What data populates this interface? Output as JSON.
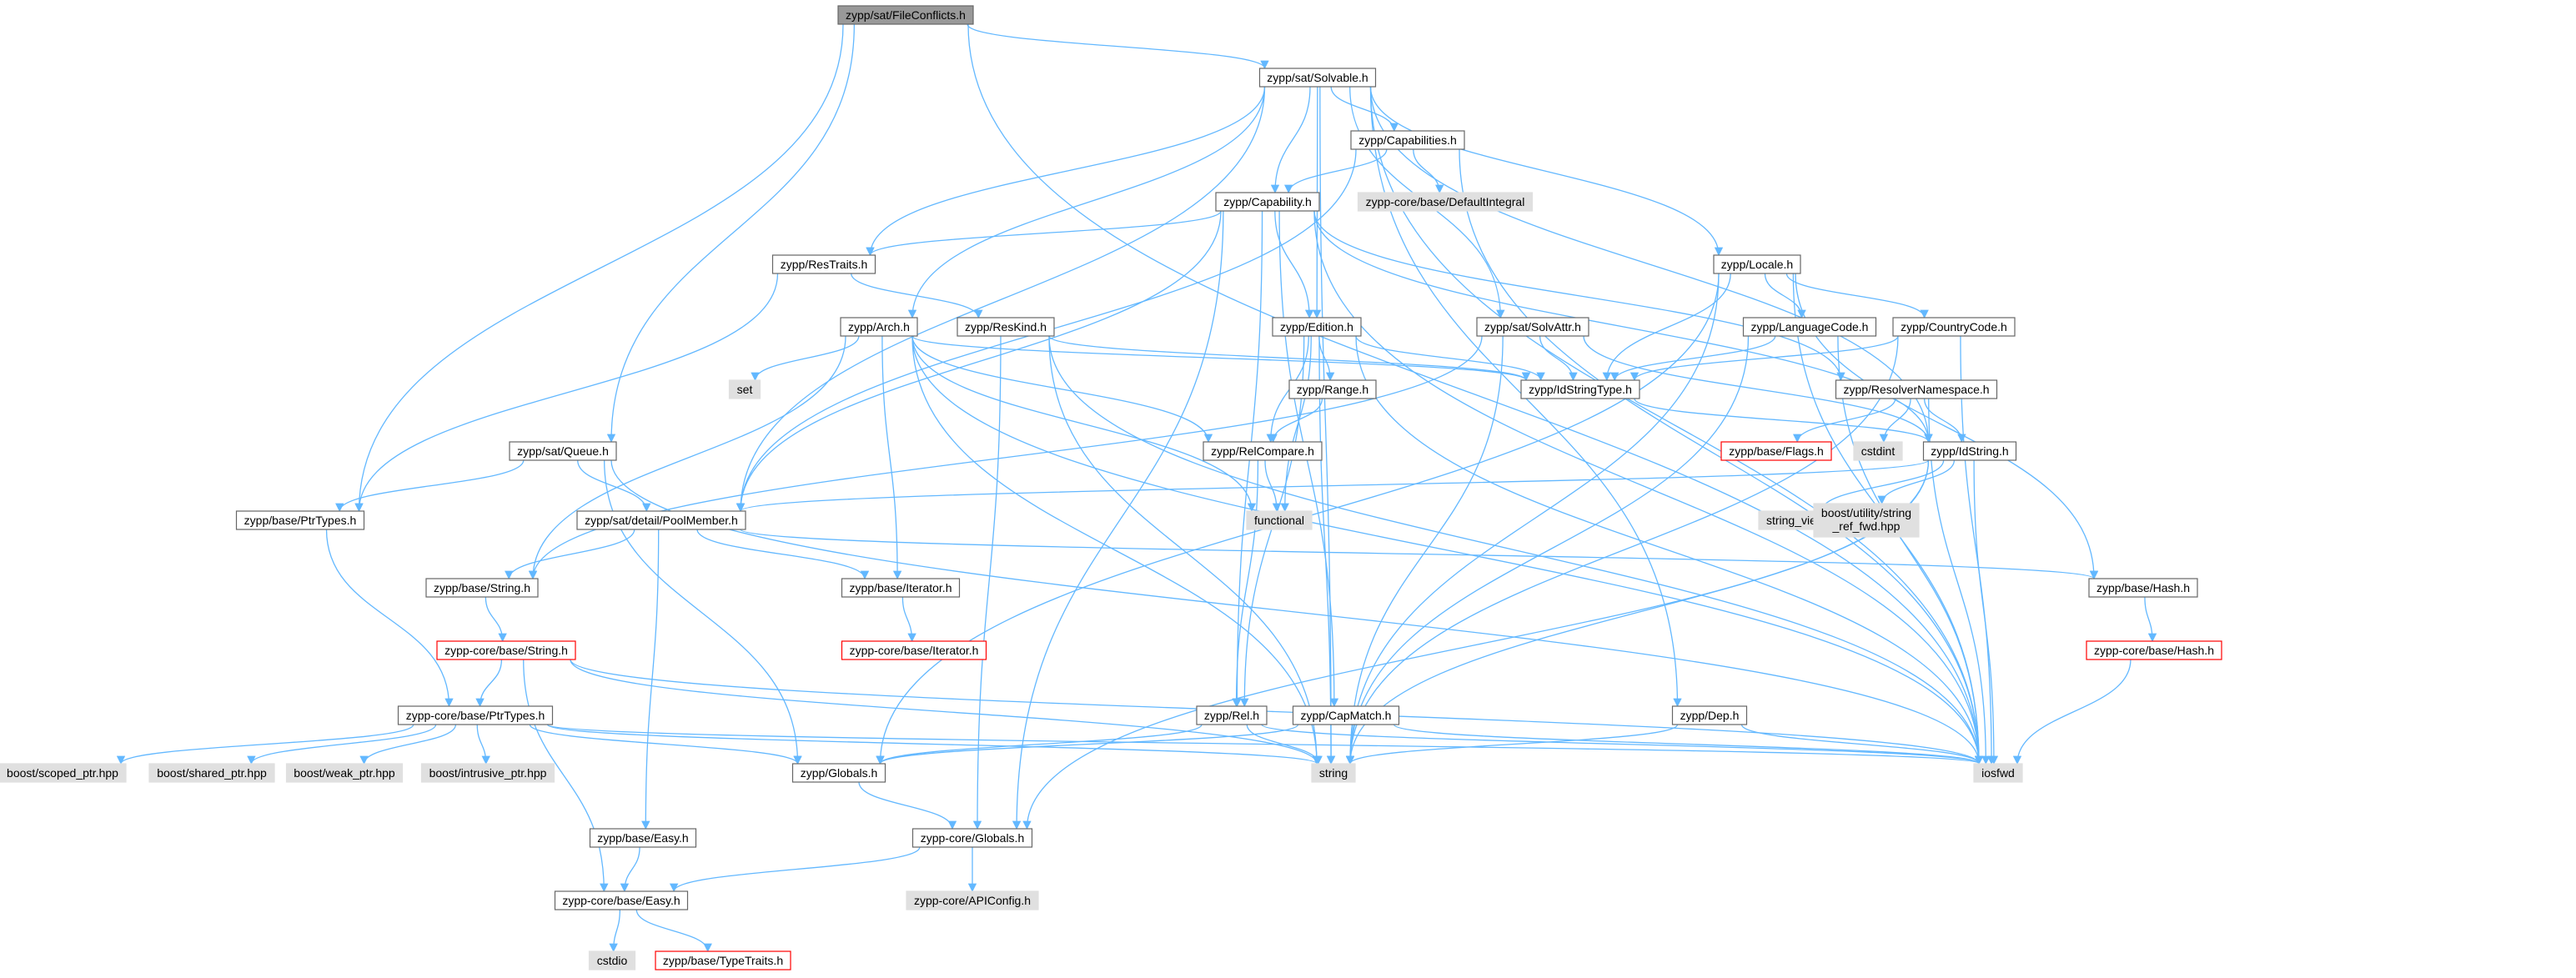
{
  "diagram": {
    "title": "",
    "colors": {
      "edge": "#63B8FF",
      "node_fill": "#FFFFFF",
      "node_border": "#666666",
      "root_fill": "#999999",
      "root_border": "#666666",
      "external_fill": "#E0E0E0",
      "external_border": "#E0E0E0",
      "truncated_border": "#FF0000"
    },
    "nodes": [
      {
        "id": "root",
        "label": "zypp/sat/FileConflicts.h",
        "kind": "root"
      },
      {
        "id": "solvable",
        "label": "zypp/sat/Solvable.h",
        "kind": "normal"
      },
      {
        "id": "capabilities",
        "label": "zypp/Capabilities.h",
        "kind": "normal"
      },
      {
        "id": "capability",
        "label": "zypp/Capability.h",
        "kind": "normal"
      },
      {
        "id": "defaultintegral",
        "label": "zypp-core/base/DefaultIntegral",
        "kind": "external"
      },
      {
        "id": "restraits",
        "label": "zypp/ResTraits.h",
        "kind": "normal"
      },
      {
        "id": "locale",
        "label": "zypp/Locale.h",
        "kind": "normal"
      },
      {
        "id": "arch",
        "label": "zypp/Arch.h",
        "kind": "normal"
      },
      {
        "id": "reskind",
        "label": "zypp/ResKind.h",
        "kind": "normal"
      },
      {
        "id": "edition",
        "label": "zypp/Edition.h",
        "kind": "normal"
      },
      {
        "id": "solvattr",
        "label": "zypp/sat/SolvAttr.h",
        "kind": "normal"
      },
      {
        "id": "languagecode",
        "label": "zypp/LanguageCode.h",
        "kind": "normal"
      },
      {
        "id": "countrycode",
        "label": "zypp/CountryCode.h",
        "kind": "normal"
      },
      {
        "id": "set",
        "label": "set",
        "kind": "external"
      },
      {
        "id": "range",
        "label": "zypp/Range.h",
        "kind": "normal"
      },
      {
        "id": "idstringtype",
        "label": "zypp/IdStringType.h",
        "kind": "normal"
      },
      {
        "id": "resolvernamespace",
        "label": "zypp/ResolverNamespace.h",
        "kind": "normal"
      },
      {
        "id": "queue",
        "label": "zypp/sat/Queue.h",
        "kind": "normal"
      },
      {
        "id": "relcompare",
        "label": "zypp/RelCompare.h",
        "kind": "normal"
      },
      {
        "id": "flags",
        "label": "zypp/base/Flags.h",
        "kind": "truncated"
      },
      {
        "id": "cstdint",
        "label": "cstdint",
        "kind": "external"
      },
      {
        "id": "idstring",
        "label": "zypp/IdString.h",
        "kind": "normal"
      },
      {
        "id": "ptrtypes",
        "label": "zypp/base/PtrTypes.h",
        "kind": "normal"
      },
      {
        "id": "poolmember",
        "label": "zypp/sat/detail/PoolMember.h",
        "kind": "normal"
      },
      {
        "id": "functional",
        "label": "functional",
        "kind": "external"
      },
      {
        "id": "string_view",
        "label": "string_view",
        "kind": "external"
      },
      {
        "id": "stringref",
        "label": "boost/utility/string\n_ref_fwd.hpp",
        "kind": "external"
      },
      {
        "id": "basestring",
        "label": "zypp/base/String.h",
        "kind": "normal"
      },
      {
        "id": "iterator",
        "label": "zypp/base/Iterator.h",
        "kind": "normal"
      },
      {
        "id": "hash",
        "label": "zypp/base/Hash.h",
        "kind": "normal"
      },
      {
        "id": "corestring",
        "label": "zypp-core/base/String.h",
        "kind": "truncated"
      },
      {
        "id": "coreiterator",
        "label": "zypp-core/base/Iterator.h",
        "kind": "truncated"
      },
      {
        "id": "corehash",
        "label": "zypp-core/base/Hash.h",
        "kind": "truncated"
      },
      {
        "id": "coreptrtypes",
        "label": "zypp-core/base/PtrTypes.h",
        "kind": "normal"
      },
      {
        "id": "rel",
        "label": "zypp/Rel.h",
        "kind": "normal"
      },
      {
        "id": "capmatch",
        "label": "zypp/CapMatch.h",
        "kind": "normal"
      },
      {
        "id": "dep",
        "label": "zypp/Dep.h",
        "kind": "normal"
      },
      {
        "id": "scoped",
        "label": "boost/scoped_ptr.hpp",
        "kind": "external"
      },
      {
        "id": "shared",
        "label": "boost/shared_ptr.hpp",
        "kind": "external"
      },
      {
        "id": "weak",
        "label": "boost/weak_ptr.hpp",
        "kind": "external"
      },
      {
        "id": "intrusive",
        "label": "boost/intrusive_ptr.hpp",
        "kind": "external"
      },
      {
        "id": "globals",
        "label": "zypp/Globals.h",
        "kind": "normal"
      },
      {
        "id": "string",
        "label": "string",
        "kind": "external"
      },
      {
        "id": "iosfwd",
        "label": "iosfwd",
        "kind": "external"
      },
      {
        "id": "baseeasy",
        "label": "zypp/base/Easy.h",
        "kind": "normal"
      },
      {
        "id": "coreglobals",
        "label": "zypp-core/Globals.h",
        "kind": "normal"
      },
      {
        "id": "coreeasy",
        "label": "zypp-core/base/Easy.h",
        "kind": "normal"
      },
      {
        "id": "apiconfig",
        "label": "zypp-core/APIConfig.h",
        "kind": "external"
      },
      {
        "id": "cstdio",
        "label": "cstdio",
        "kind": "external"
      },
      {
        "id": "typetraits",
        "label": "zypp/base/TypeTraits.h",
        "kind": "truncated"
      }
    ],
    "edges": [
      [
        "root",
        "solvable"
      ],
      [
        "root",
        "queue"
      ],
      [
        "root",
        "ptrtypes"
      ],
      [
        "root",
        "iosfwd"
      ],
      [
        "solvable",
        "capabilities"
      ],
      [
        "solvable",
        "capability"
      ],
      [
        "solvable",
        "restraits"
      ],
      [
        "solvable",
        "locale"
      ],
      [
        "solvable",
        "arch"
      ],
      [
        "solvable",
        "edition"
      ],
      [
        "solvable",
        "solvattr"
      ],
      [
        "solvable",
        "poolmember"
      ],
      [
        "solvable",
        "idstring"
      ],
      [
        "solvable",
        "dep"
      ],
      [
        "solvable",
        "iosfwd"
      ],
      [
        "solvable",
        "string"
      ],
      [
        "capabilities",
        "capability"
      ],
      [
        "capabilities",
        "defaultintegral"
      ],
      [
        "capabilities",
        "poolmember"
      ],
      [
        "capabilities",
        "iosfwd"
      ],
      [
        "capability",
        "restraits"
      ],
      [
        "capability",
        "edition"
      ],
      [
        "capability",
        "rel"
      ],
      [
        "capability",
        "capmatch"
      ],
      [
        "capability",
        "resolvernamespace"
      ],
      [
        "capability",
        "idstring"
      ],
      [
        "capability",
        "poolmember"
      ],
      [
        "capability",
        "iosfwd"
      ],
      [
        "capability",
        "coreglobals"
      ],
      [
        "restraits",
        "reskind"
      ],
      [
        "restraits",
        "ptrtypes"
      ],
      [
        "locale",
        "languagecode"
      ],
      [
        "locale",
        "countrycode"
      ],
      [
        "locale",
        "idstringtype"
      ],
      [
        "locale",
        "hash"
      ],
      [
        "locale",
        "iosfwd"
      ],
      [
        "locale",
        "string"
      ],
      [
        "locale",
        "globals"
      ],
      [
        "arch",
        "set"
      ],
      [
        "arch",
        "idstringtype"
      ],
      [
        "arch",
        "relcompare"
      ],
      [
        "arch",
        "iterator"
      ],
      [
        "arch",
        "basestring"
      ],
      [
        "arch",
        "functional"
      ],
      [
        "arch",
        "string"
      ],
      [
        "arch",
        "iosfwd"
      ],
      [
        "reskind",
        "idstringtype"
      ],
      [
        "reskind",
        "coreglobals"
      ],
      [
        "reskind",
        "string"
      ],
      [
        "reskind",
        "iosfwd"
      ],
      [
        "edition",
        "range"
      ],
      [
        "edition",
        "relcompare"
      ],
      [
        "edition",
        "idstringtype"
      ],
      [
        "edition",
        "rel"
      ],
      [
        "edition",
        "functional"
      ],
      [
        "edition",
        "iosfwd"
      ],
      [
        "edition",
        "string"
      ],
      [
        "solvattr",
        "idstringtype"
      ],
      [
        "solvattr",
        "idstring"
      ],
      [
        "solvattr",
        "basestring"
      ],
      [
        "solvattr",
        "string"
      ],
      [
        "languagecode",
        "idstringtype"
      ],
      [
        "languagecode",
        "string"
      ],
      [
        "languagecode",
        "iosfwd"
      ],
      [
        "countrycode",
        "idstringtype"
      ],
      [
        "countrycode",
        "string"
      ],
      [
        "countrycode",
        "iosfwd"
      ],
      [
        "range",
        "relcompare"
      ],
      [
        "idstringtype",
        "idstring"
      ],
      [
        "resolvernamespace",
        "flags"
      ],
      [
        "resolvernamespace",
        "cstdint"
      ],
      [
        "resolvernamespace",
        "idstring"
      ],
      [
        "resolvernamespace",
        "iosfwd"
      ],
      [
        "queue",
        "poolmember"
      ],
      [
        "queue",
        "ptrtypes"
      ],
      [
        "queue",
        "globals"
      ],
      [
        "queue",
        "iosfwd"
      ],
      [
        "relcompare",
        "functional"
      ],
      [
        "relcompare",
        "rel"
      ],
      [
        "idstring",
        "string_view"
      ],
      [
        "idstring",
        "stringref"
      ],
      [
        "idstring",
        "poolmember"
      ],
      [
        "idstring",
        "iosfwd"
      ],
      [
        "idstring",
        "string"
      ],
      [
        "idstring",
        "coreglobals"
      ],
      [
        "ptrtypes",
        "coreptrtypes"
      ],
      [
        "poolmember",
        "basestring"
      ],
      [
        "poolmember",
        "iterator"
      ],
      [
        "poolmember",
        "hash"
      ],
      [
        "poolmember",
        "baseeasy"
      ],
      [
        "basestring",
        "corestring"
      ],
      [
        "iterator",
        "coreiterator"
      ],
      [
        "hash",
        "corehash"
      ],
      [
        "corestring",
        "coreptrtypes"
      ],
      [
        "corestring",
        "coreeasy"
      ],
      [
        "corestring",
        "string"
      ],
      [
        "corestring",
        "iosfwd"
      ],
      [
        "corehash",
        "iosfwd"
      ],
      [
        "coreptrtypes",
        "scoped"
      ],
      [
        "coreptrtypes",
        "shared"
      ],
      [
        "coreptrtypes",
        "weak"
      ],
      [
        "coreptrtypes",
        "intrusive"
      ],
      [
        "coreptrtypes",
        "globals"
      ],
      [
        "coreptrtypes",
        "string"
      ],
      [
        "coreptrtypes",
        "iosfwd"
      ],
      [
        "rel",
        "globals"
      ],
      [
        "rel",
        "string"
      ],
      [
        "rel",
        "iosfwd"
      ],
      [
        "capmatch",
        "globals"
      ],
      [
        "capmatch",
        "iosfwd"
      ],
      [
        "dep",
        "string"
      ],
      [
        "dep",
        "iosfwd"
      ],
      [
        "globals",
        "coreglobals"
      ],
      [
        "baseeasy",
        "coreeasy"
      ],
      [
        "coreglobals",
        "coreeasy"
      ],
      [
        "coreglobals",
        "apiconfig"
      ],
      [
        "coreeasy",
        "cstdio"
      ],
      [
        "coreeasy",
        "typetraits"
      ]
    ]
  }
}
